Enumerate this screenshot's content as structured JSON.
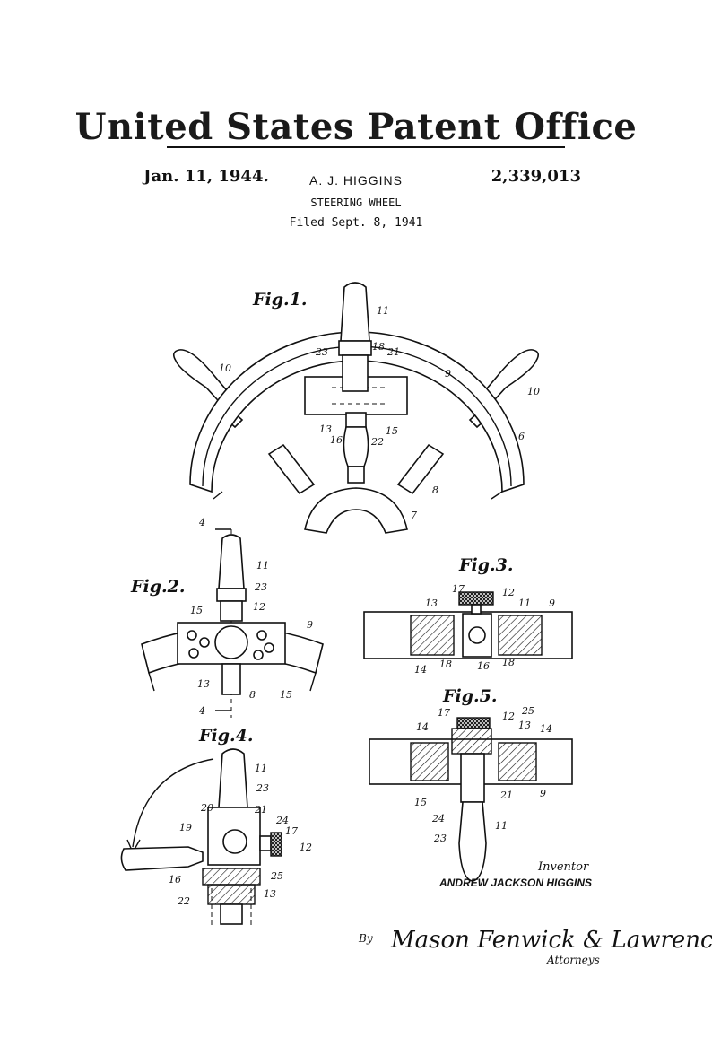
{
  "header": {
    "office": "United States Patent Office",
    "date": "Jan. 11, 1944.",
    "inventor": "A. J. HIGGINS",
    "patent_number": "2,339,013",
    "subject": "STEERING WHEEL",
    "filed": "Filed Sept. 8, 1941"
  },
  "figures": {
    "fig1": "Fig.1.",
    "fig2": "Fig.2.",
    "fig3": "Fig.3.",
    "fig4": "Fig.4.",
    "fig5": "Fig.5."
  },
  "refs": {
    "fig1": [
      "11",
      "23",
      "18",
      "21",
      "9",
      "10",
      "10",
      "13",
      "16",
      "22",
      "15",
      "6",
      "8",
      "7"
    ],
    "fig2": [
      "4",
      "11",
      "23",
      "12",
      "15",
      "9",
      "13",
      "8",
      "15",
      "4"
    ],
    "fig3": [
      "17",
      "12",
      "13",
      "11",
      "9",
      "14",
      "18",
      "16",
      "18"
    ],
    "fig4": [
      "11",
      "23",
      "20",
      "21",
      "19",
      "24",
      "17",
      "12",
      "16",
      "25",
      "22",
      "13"
    ],
    "fig5": [
      "17",
      "12",
      "25",
      "14",
      "13",
      "14",
      "15",
      "21",
      "9",
      "24",
      "23",
      "11"
    ]
  },
  "inventor_block": {
    "label": "Inventor",
    "name": "ANDREW JACKSON HIGGINS"
  },
  "attorney_block": {
    "by": "By",
    "signature": "Mason Fenwick & Lawrence",
    "label": "Attorneys"
  }
}
